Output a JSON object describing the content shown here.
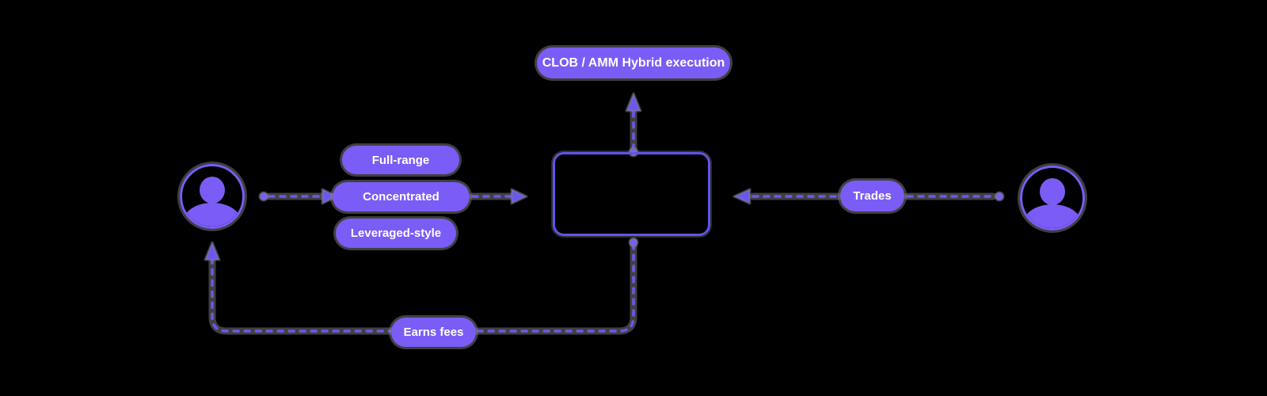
{
  "theme": {
    "background": "#000000",
    "node_fill": "#7b5cf6",
    "line_color": "#6a58ee",
    "box_border": "#5f55e9",
    "text_color": "#ffffff",
    "sketch_halo": "rgba(128,128,128,0.5)"
  },
  "diagram": {
    "execution": {
      "label": "CLOB / AMM Hybrid execution"
    },
    "lp_modes": {
      "items": [
        "Full-range",
        "Concentrated",
        "Leveraged-style"
      ]
    },
    "trades": {
      "label": "Trades"
    },
    "fees": {
      "label": "Earns fees"
    }
  }
}
